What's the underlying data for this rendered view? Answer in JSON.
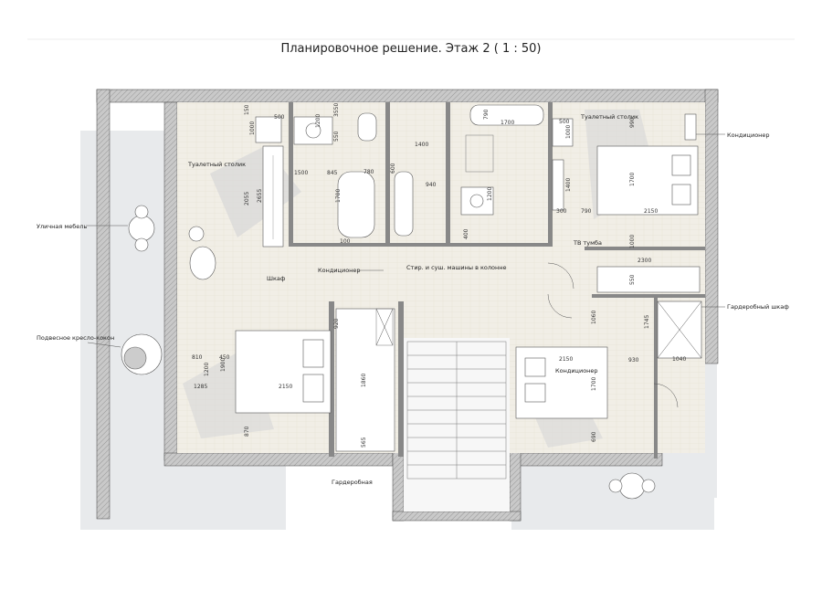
{
  "title": "Планировочное решение. Этаж 2 ( 1 : 50)",
  "labels": {
    "toilet_table_left": "Туалетный столик",
    "outdoor_furniture": "Уличная мебель",
    "hanging_chair": "Подвесное кресло-кокон",
    "wardrobe_left": "Шкаф",
    "conditioner_center": "Кондиционер",
    "washer": "Стир. и суш. машины в колонне",
    "wardrobe_room": "Гардеробная",
    "toilet_table_right": "Туалетный столик",
    "conditioner_top": "Кондиционер",
    "tv_stand": "ТВ тумба",
    "wardrobe_right": "Гардеробный шкаф",
    "conditioner_right": "Кондиционер"
  },
  "dimensions": [
    "500",
    "1000",
    "150",
    "1200",
    "3550",
    "550",
    "1500",
    "845",
    "780",
    "2655",
    "2055",
    "1700",
    "100",
    "600",
    "1400",
    "940",
    "1700",
    "1200",
    "400",
    "790",
    "500",
    "1000",
    "990",
    "1700",
    "2150",
    "1400",
    "300",
    "790",
    "1000",
    "2300",
    "550",
    "1060",
    "1745",
    "920",
    "1860",
    "565",
    "810",
    "450",
    "1200",
    "1900",
    "2150",
    "1285",
    "870",
    "2150",
    "930",
    "1700",
    "690",
    "1040"
  ],
  "colors": {
    "wall": "#bfbfbf",
    "floor": "#f1eee6",
    "balcony": "#e8eaec",
    "shadow": "#d4d4d4",
    "fixture": "#ffffff"
  }
}
